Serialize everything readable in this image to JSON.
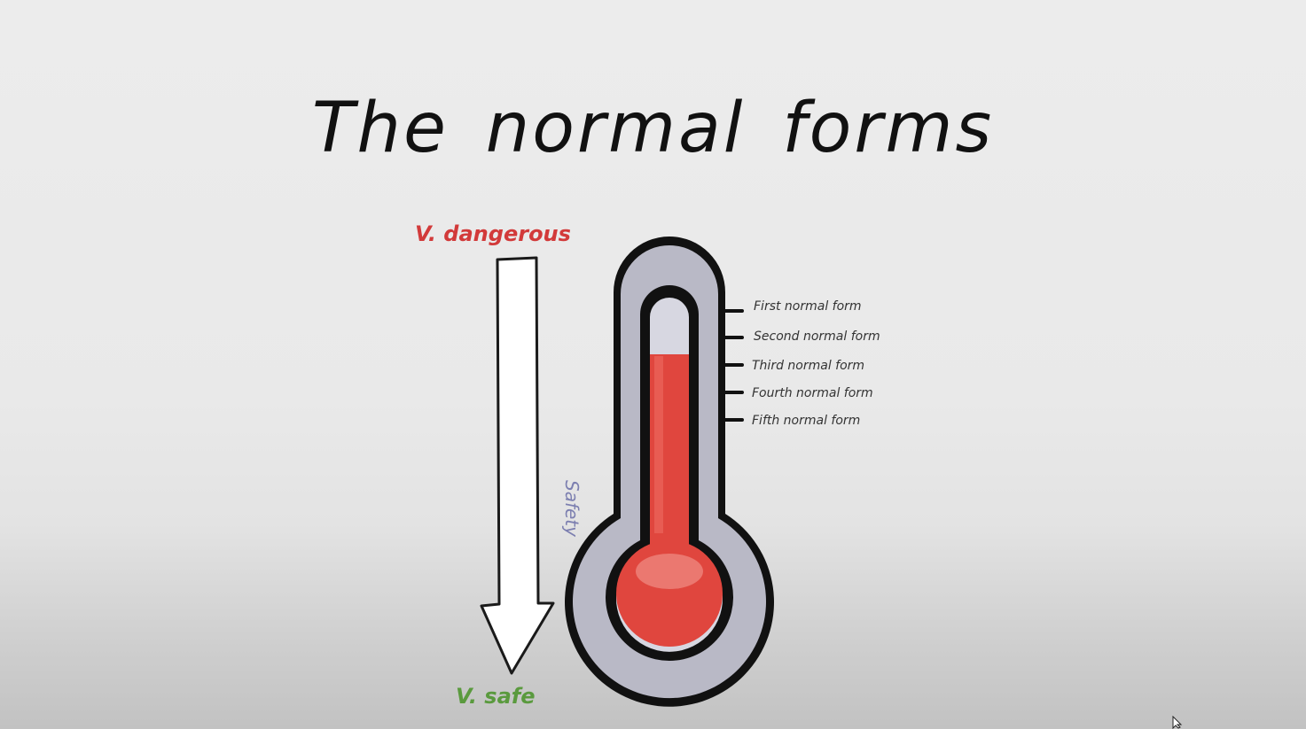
{
  "slide": {
    "title": "The normal forms",
    "danger_label": "V. dangerous",
    "safe_label": "V. safe",
    "arrow_label": "Safety",
    "levels": [
      "First normal form",
      "Second normal form",
      "Third normal form",
      "Fourth normal form",
      "Fifth normal form"
    ]
  },
  "colors": {
    "danger": "#d23a3a",
    "safe": "#5a9a3e",
    "safety_text": "#7c7fb0",
    "mercury": "#e0463e",
    "glass": "#b9b9c6"
  },
  "icons": {
    "arrow": "down-arrow-icon",
    "thermometer": "thermometer-icon",
    "cursor": "mouse-cursor-icon"
  }
}
